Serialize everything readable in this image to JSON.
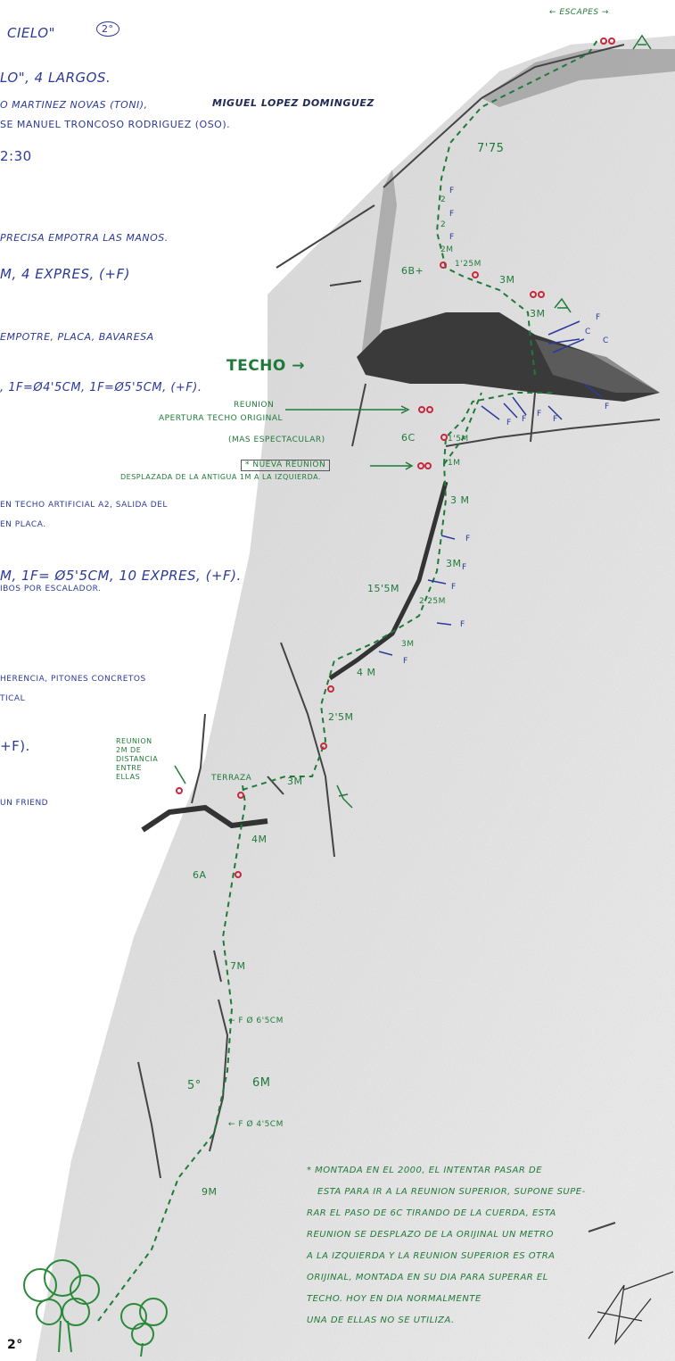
{
  "header": {
    "title_fragment": "CIELO\"",
    "pitch_badge": "2°",
    "line_largos": "LO\", 4 LARGOS.",
    "line_authors1": "O MARTINEZ NOVAS (TONI),",
    "line_authors1b": "MIGUEL LOPEZ DOMINGUEZ",
    "line_authors2": "SE MANUEL TRONCOSO RODRIGUEZ (OSO).",
    "line_time": "2:30"
  },
  "pitches_text": {
    "l4_desc": "PRECISA EMPOTRA LAS MANOS.",
    "l4_gear": "m, 4 EXPRES, (+F)",
    "l3_desc": "EMPOTRE, PLACA, BAVARESA",
    "l3_gear": ", 1F=Ø4'5cm, 1F=Ø5'5cm, (+F).",
    "l2_desc1": "EN TECHO ARTIFICIAL A2, SALIDA DEL",
    "l2_desc2": "EN PLACA.",
    "l2_gear": "m, 1F= Ø5'5cm, 10 EXPRES, (+F).",
    "l2_note": "IBOS POR ESCALADOR.",
    "l1_desc1": "HERENCIA, PITONES CONCRETOS",
    "l1_desc2": "TICAL",
    "l1_gear": "+F).",
    "l1_note": "UN FRIEND"
  },
  "topo": {
    "escapes": "← ESCAPES →",
    "techo": "TECHO →",
    "reunion_label": "REUNION",
    "apertura1": "APERTURA TECHO ORIGINAL",
    "apertura2": "(MAS ESPECTACULAR)",
    "nueva_reunion": "* NUEVA REUNION",
    "desplazada": "DESPLAZADA DE LA ANTIGUA 1m A LA IZQUIERDA.",
    "reunion_2m": [
      "REUNION",
      "2M DE",
      "DISTANCIA",
      "ENTRE",
      "ELLAS"
    ],
    "terraza": "TERRAZA",
    "grade_7b": "7'75",
    "grade_6bplus": "6B+",
    "grade_6c": "6C",
    "grade_6a": "6A",
    "grade_5": "5°",
    "distances": {
      "d2m": "2m",
      "d125": "1'25m",
      "d3m_a": "3m",
      "d3m_b": "3m",
      "d15": "1'5m",
      "d1m": "1m",
      "d3m_c": "3 m",
      "d3m_d": "3m",
      "d155": "15'5m",
      "d225": "2'25m",
      "d3m_e": "3m",
      "d4m_a": "4 m",
      "d25": "2'5m",
      "d3m_f": "3m",
      "d4m_b": "4m",
      "d7m": "7m",
      "d6m": "6m",
      "d9m": "9m",
      "twos": [
        "2",
        "2"
      ]
    },
    "friends": [
      "F",
      "F",
      "F",
      "F",
      "F",
      "F",
      "F",
      "F",
      "F",
      "F",
      "F",
      "F",
      "F",
      "F"
    ],
    "friend_c": [
      "C",
      "C"
    ],
    "f655": "← F Ø 6'5cm",
    "f45": "← F Ø 4'5cm"
  },
  "footnote": {
    "lines": [
      "* MONTADA EN EL 2000, EL INTENTAR PASAR DE",
      "ESTA PARA IR A LA REUNION SUPERIOR, SUPONE SUPE-",
      "RAR EL PASO DE 6C TIRANDO DE LA CUERDA, ESTA",
      "REUNION SE DESPLAZO DE LA ORIJINAL UN METRO",
      "A LA IZQUIERDA Y LA REUNION SUPERIOR ES OTRA",
      "ORIJINAL, MONTADA EN SU DIA PARA SUPERAR EL",
      "TECHO. HOY EN DIA NORMALMENTE",
      "UNA DE ELLAS NO SE UTILIZA."
    ]
  },
  "corner_badge": "2°",
  "colors": {
    "route": "#1f7a3a",
    "anchor": "#c8283c",
    "gear": "#2b3a9a",
    "rock": "#555555"
  }
}
